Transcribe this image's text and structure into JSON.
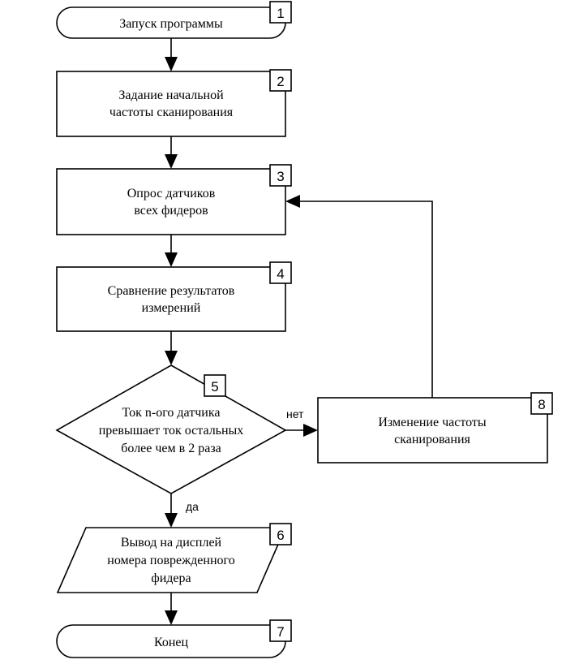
{
  "nodes": {
    "start": {
      "number": "1",
      "lines": [
        "Запуск программы"
      ]
    },
    "init": {
      "number": "2",
      "lines": [
        "Задание начальной",
        "частоты сканирования"
      ]
    },
    "poll": {
      "number": "3",
      "lines": [
        "Опрос датчиков",
        "всех фидеров"
      ]
    },
    "compare": {
      "number": "4",
      "lines": [
        "Сравнение результатов",
        "измерений"
      ]
    },
    "check": {
      "number": "5",
      "lines": [
        "Ток n-ого датчика",
        "превышает ток остальных",
        "более чем в 2 раза"
      ]
    },
    "output": {
      "number": "6",
      "lines": [
        "Вывод на дисплей",
        "номера поврежденного",
        "фидера"
      ]
    },
    "end": {
      "number": "7",
      "lines": [
        "Конец"
      ]
    },
    "change": {
      "number": "8",
      "lines": [
        "Изменение частоты",
        "сканирования"
      ]
    }
  },
  "edge_labels": {
    "no": "нет",
    "yes": "да"
  }
}
